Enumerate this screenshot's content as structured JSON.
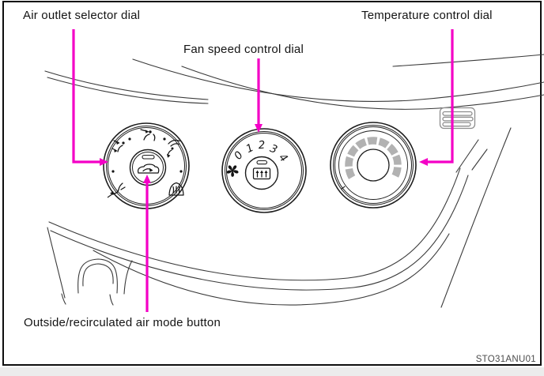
{
  "figure_code": "STO31ANU01",
  "colors": {
    "arrow": "#f400c6",
    "sketch": "#3a3a3a",
    "gray_arc": "#b2b2b2",
    "vent": "#8d8d8d",
    "ink": "#141414"
  },
  "callouts": {
    "air_outlet": {
      "label": "Air outlet selector dial"
    },
    "fan_speed": {
      "label": "Fan speed control dial"
    },
    "temperature": {
      "label": "Temperature control dial"
    },
    "air_mode": {
      "label": "Outside/recirculated air mode button"
    }
  },
  "dials": {
    "air_outlet": {
      "mode_icons": [
        "face-vent-icon",
        "feet-windshield-defrost-icon",
        "windshield-defroster-icon",
        "feet-vent-icon",
        "bilevel-face-feet-icon"
      ],
      "center_button_icon": "car-recirculation-icon"
    },
    "fan": {
      "speeds": [
        "0",
        "1",
        "2",
        "3",
        "4"
      ],
      "icon": "fan-blades-icon",
      "center_button_icon": "rear-window-defogger-icon"
    },
    "temperature": {
      "indicator": "gray-temperature-arc"
    }
  }
}
